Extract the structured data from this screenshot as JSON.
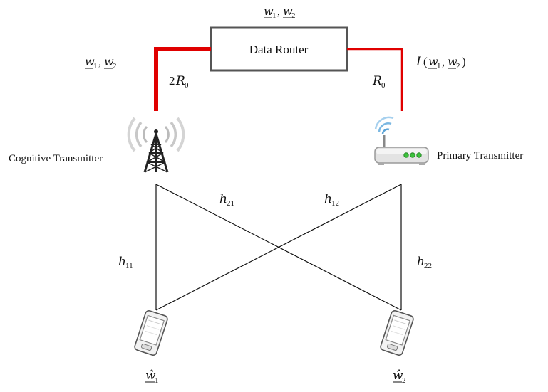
{
  "router": {
    "label": "Data Router",
    "top_label": "w_1, w_2"
  },
  "cognitive_tx": {
    "label": "Cognitive Transmitter",
    "message_label": "w_1, w_2",
    "rate_label": "2R_0",
    "link_color": "#e00000"
  },
  "primary_tx": {
    "label": "Primary Transmitter",
    "message_label": "L(w_1, w_2)",
    "rate_label": "R_0",
    "link_color": "#e00000"
  },
  "channels": {
    "h11": "h_11",
    "h21": "h_21",
    "h12": "h_12",
    "h22": "h_22"
  },
  "receivers": {
    "rx1_estimate": "ŵ_1",
    "rx2_estimate": "ŵ_2"
  },
  "icons": {
    "tower": "cell-tower-icon",
    "router": "wifi-router-icon",
    "phone": "smartphone-icon"
  }
}
